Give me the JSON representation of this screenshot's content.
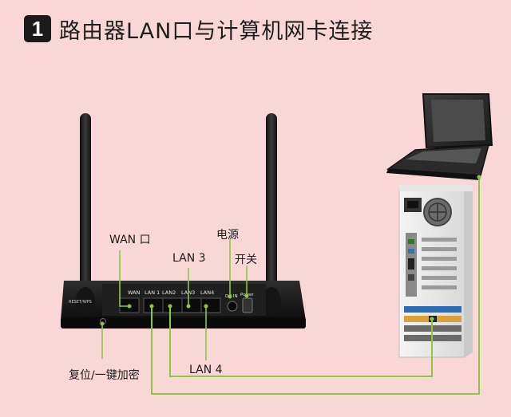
{
  "header": {
    "step_number": "1",
    "title": "路由器LAN口与计算机网卡连接"
  },
  "router": {
    "port_labels": [
      "WAN",
      "LAN 1",
      "LAN2",
      "LAN3",
      "LAN4"
    ],
    "dc_label": "DC IN",
    "power_label": "Power",
    "reset_label": "RESET/WPS"
  },
  "callouts": {
    "wan": "WAN 口",
    "power_source": "电源",
    "lan3": "LAN 3",
    "switch": "开关",
    "reset": "复位/一键加密",
    "lan4": "LAN 4"
  },
  "colors": {
    "background": "#f8d7d6",
    "cable": "#8dc63f",
    "router_body": "#1b1b1b"
  }
}
